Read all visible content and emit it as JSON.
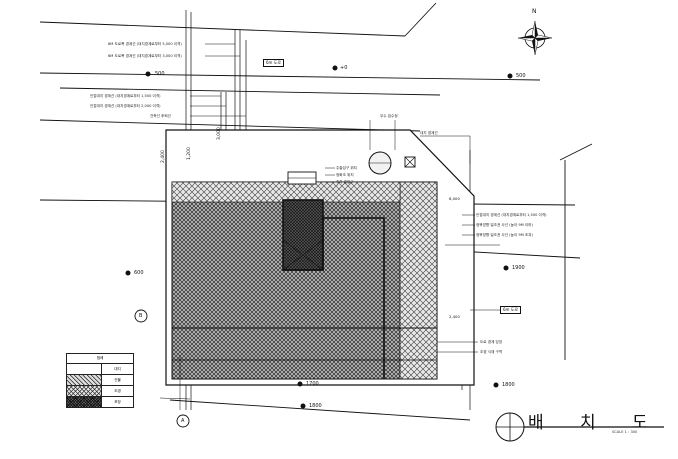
{
  "north": {
    "label": "N"
  },
  "title": {
    "chars": [
      "배",
      "치",
      "도"
    ],
    "scale": "SCALE 1 : 300"
  },
  "tags": {
    "road_top": "6m 도로",
    "road_right": "6m 도로"
  },
  "levels": {
    "top_left": "500",
    "top_mid": "+0",
    "top_right": "500",
    "left": "600",
    "right": "1900",
    "bottom_center": "1700",
    "bottom_right": "1800",
    "bottom_mid": "1800"
  },
  "markers": {
    "left": "B",
    "bottom": "A",
    "title_circle": ""
  },
  "dims": {
    "dim1": "2,400",
    "dim2": "1,200",
    "dim3": "3,000",
    "dim4": "8,000",
    "dim5": "2,400"
  },
  "notes": {
    "tl1": "6M 도로폭 경계선 (대지경계로부터 5,000 이격)",
    "tl2": "6M 도로폭 경계선 (대지경계로부터 3,000 이격)",
    "tl3": "인접대지 경계선 (대지경계로부터 1,500 이격)",
    "tl4": "인접대지 경계선 (대지경계로부터 2,000 이격)",
    "tl5": "건축선 후퇴선",
    "c1": "주출입구 위치",
    "c2": "정화조 위치",
    "c3": "주차 출입구",
    "c4": "우수 집수정",
    "r1": "인접대지 경계선 (대지경계로부터 1,500 이격)",
    "r2": "정북방향 일조권 사선 (높이 9M 이하)",
    "r3": "정북방향 일조권 사선 (높이 9M 초과)",
    "r4": "대지 경계선",
    "b1": "도로 경계 담장",
    "b2": "조경 식재 구역"
  },
  "legend": {
    "title": "범례",
    "rows": [
      {
        "pattern": "plain",
        "label": "대지"
      },
      {
        "pattern": "hatch",
        "label": "건물"
      },
      {
        "pattern": "cross",
        "label": "조경"
      },
      {
        "pattern": "dense",
        "label": "포장"
      }
    ]
  }
}
